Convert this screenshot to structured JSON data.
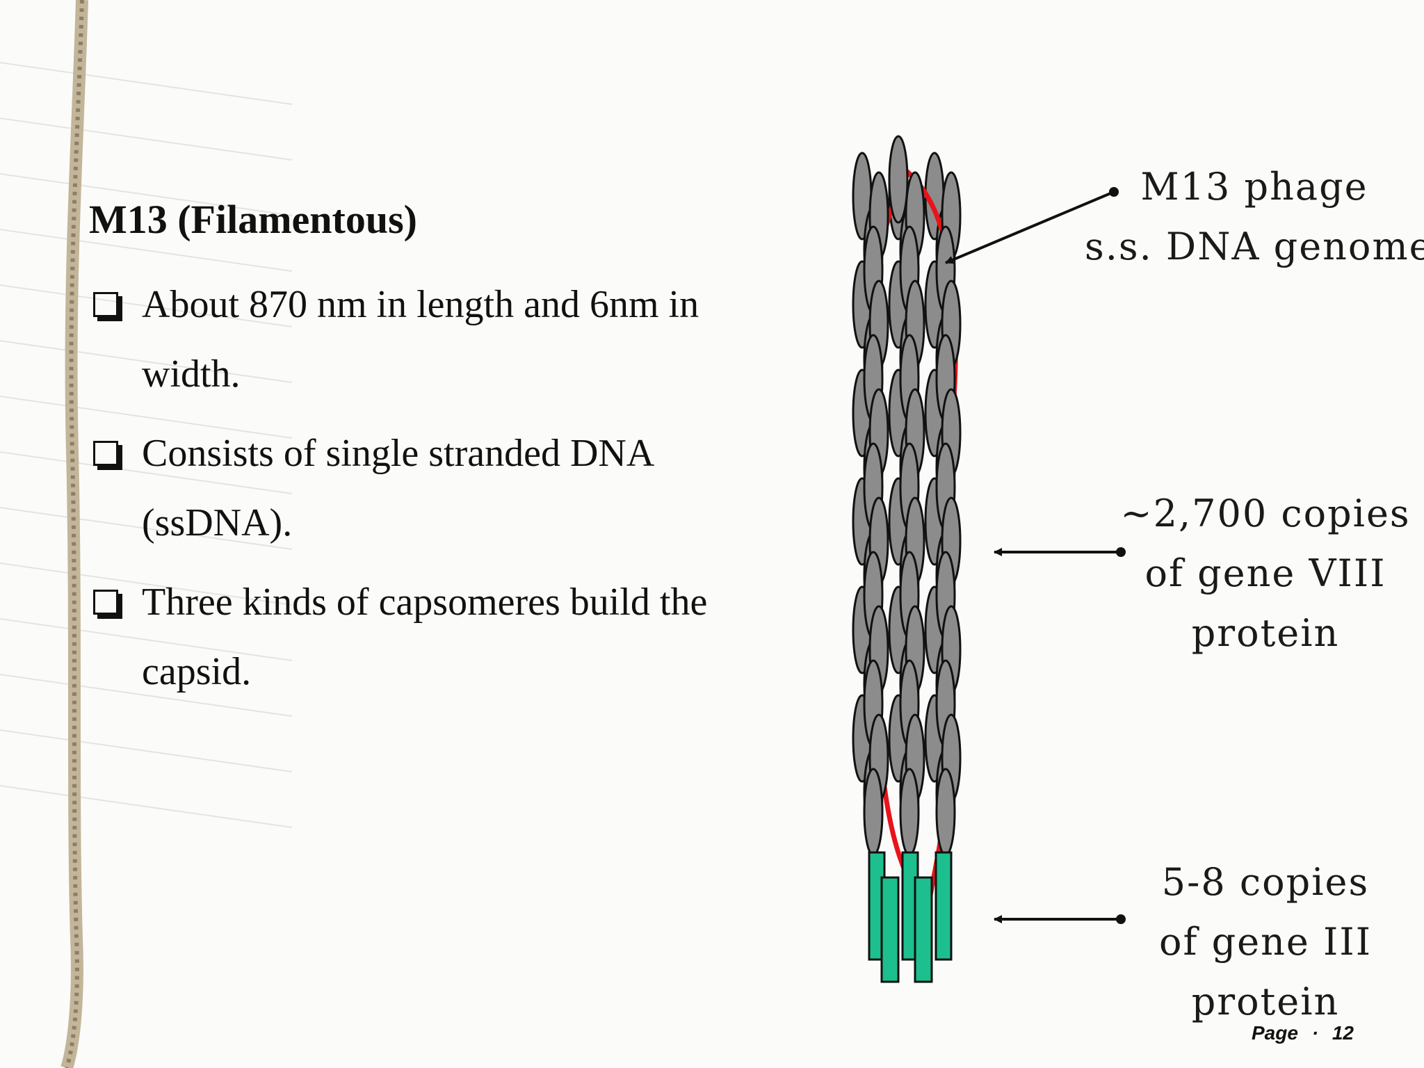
{
  "slide": {
    "title": "M13 (Filamentous)",
    "bullets": [
      {
        "line1": "About 870 nm in length and 6nm in",
        "line2": "width."
      },
      {
        "line1": "Consists of single stranded DNA",
        "line2": "(ssDNA)."
      },
      {
        "line1": "Three kinds of capsomeres build the",
        "line2": "capsid."
      }
    ]
  },
  "diagram": {
    "labels": {
      "genome": [
        "M13 phage",
        "s.s. DNA genome"
      ],
      "gene_viii": [
        "~2,700 copies",
        "of gene VIII",
        "protein"
      ],
      "gene_iii": [
        "5-8 copies",
        "of gene III",
        "protein"
      ]
    },
    "colors": {
      "coat_protein": "#8c8c8c",
      "dna": "#e8141b",
      "gene_iii_protein": "#1ebf8f",
      "outline": "#111111"
    }
  },
  "footer": {
    "page_label": "Page",
    "separator": "·",
    "page_number": "12"
  }
}
